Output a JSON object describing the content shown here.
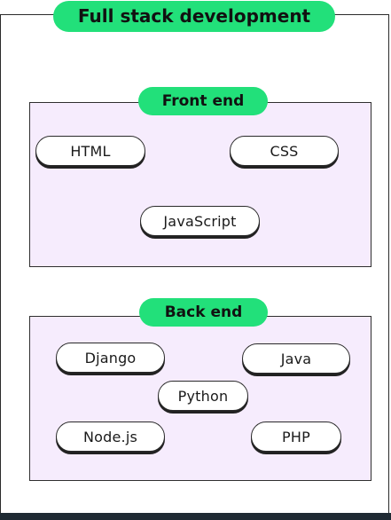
{
  "title": "Full stack development",
  "sections": {
    "front": {
      "label": "Front end",
      "items": [
        "HTML",
        "CSS",
        "JavaScript"
      ]
    },
    "back": {
      "label": "Back end",
      "items": [
        "Django",
        "Java",
        "Python",
        "Node.js",
        "PHP"
      ]
    }
  },
  "colors": {
    "accent_green": "#22e07a",
    "panel_fill": "#f6ecfd",
    "outline": "#2a2a2a"
  }
}
